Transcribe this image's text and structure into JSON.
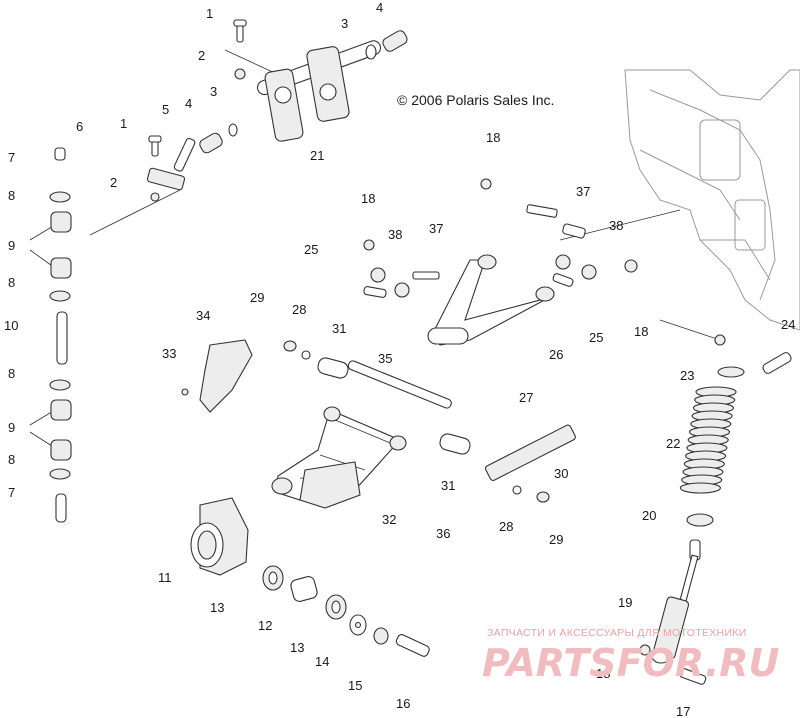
{
  "copyright": "© 2006 Polaris Sales Inc.",
  "watermark": {
    "tagline": "ЗАПЧАСТИ И АКСЕССУАРЫ ДЛЯ МОТОТЕХНИКИ",
    "logo_text": "PARTSFOR.RU"
  },
  "callouts": [
    "1",
    "1",
    "2",
    "2",
    "3",
    "3",
    "4",
    "4",
    "5",
    "6",
    "7",
    "7",
    "8",
    "8",
    "8",
    "8",
    "9",
    "9",
    "10",
    "11",
    "12",
    "13",
    "13",
    "14",
    "15",
    "16",
    "17",
    "18",
    "18",
    "18",
    "18",
    "19",
    "20",
    "21",
    "22",
    "23",
    "24",
    "25",
    "25",
    "26",
    "27",
    "28",
    "28",
    "29",
    "29",
    "30",
    "31",
    "31",
    "32",
    "33",
    "34",
    "35",
    "36",
    "37",
    "37",
    "38",
    "38"
  ]
}
